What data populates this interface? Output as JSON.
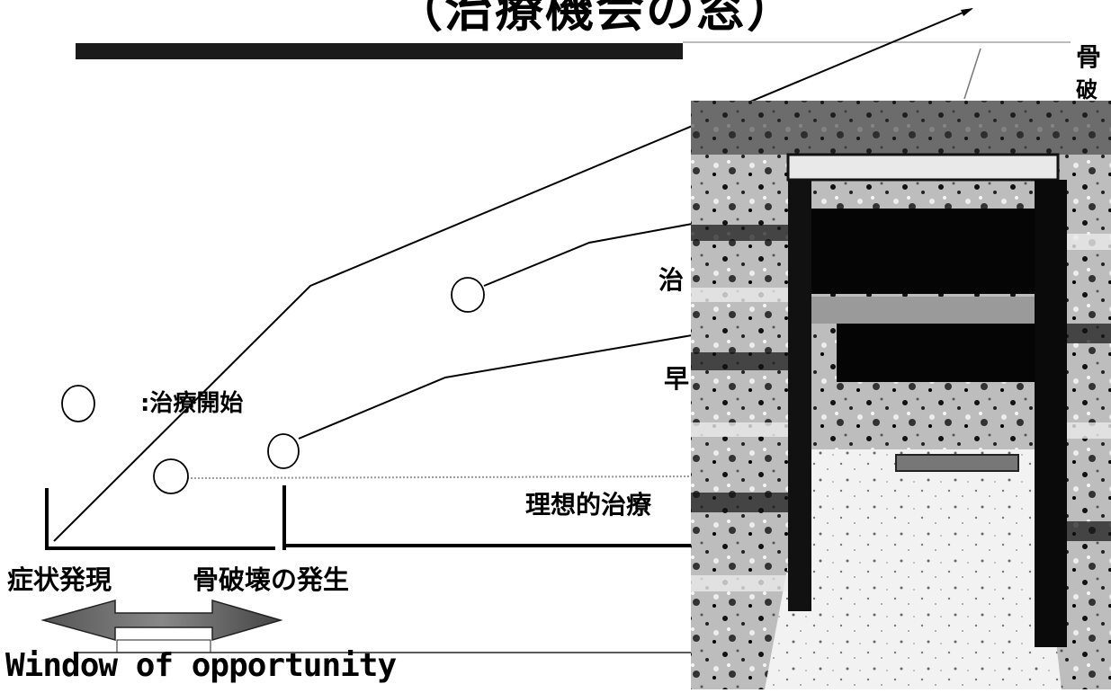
{
  "title": "（治療機会の窓）",
  "labels": {
    "treatment_start": ":治療開始",
    "ideal_treatment": "理想的治療",
    "symptom_onset": "症状発現",
    "bone_destruction_onset": "骨破壊の発生",
    "window_of_opportunity": "Window of opportunity"
  },
  "cut_off_labels": {
    "right_top_1": "骨",
    "right_top_2": "破",
    "upper_line": "治",
    "lower_line": "早"
  },
  "photo": {
    "subject": "stone-doorway-ruins",
    "style": "high-contrast black-and-white"
  },
  "colors": {
    "ink": "#000000",
    "background": "#ffffff",
    "bar": "#1a1a1a"
  }
}
